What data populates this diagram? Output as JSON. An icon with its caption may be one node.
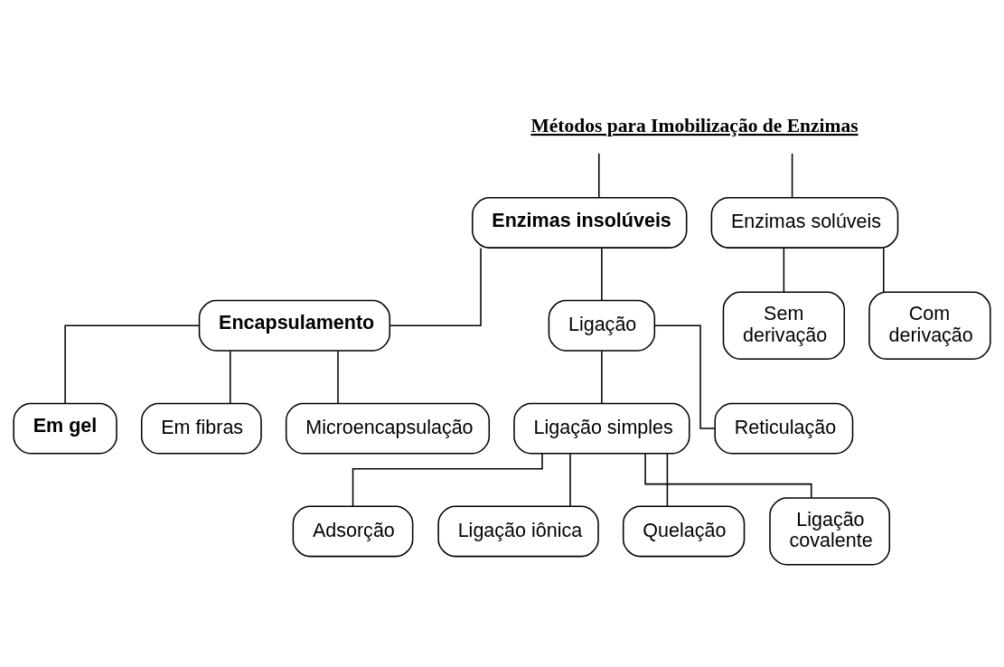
{
  "diagram": {
    "nodes": [
      {
        "text": [
          "Métodos para Imobilização de Enzimas"
        ]
      },
      {
        "text": [
          "Enzimas insolúveis"
        ]
      },
      {
        "text": [
          "Enzimas solúveis"
        ]
      },
      {
        "text": [
          "Encapsulamento"
        ]
      },
      {
        "text": [
          "Ligação"
        ]
      },
      {
        "text": [
          "Sem derivação"
        ]
      },
      {
        "text": [
          "Com derivação"
        ]
      },
      {
        "text": [
          "Em gel"
        ]
      },
      {
        "text": [
          "Em fibras"
        ]
      },
      {
        "text": [
          "Microencapsulação"
        ]
      },
      {
        "text": [
          "Ligação simples"
        ]
      },
      {
        "text": [
          "Reticulação"
        ]
      },
      {
        "text": [
          "Adsorção"
        ]
      },
      {
        "text": [
          "Ligação iônica"
        ]
      },
      {
        "text": [
          "Quelação"
        ]
      },
      {
        "text": [
          "Ligação covalente"
        ]
      }
    ],
    "edges": [
      {
        "from": 0,
        "to": 1,
        "arrow": "none"
      },
      {
        "from": 0,
        "to": 2,
        "arrow": "none"
      },
      {
        "from": 1,
        "to": 3,
        "arrow": "none"
      },
      {
        "from": 1,
        "to": 4,
        "arrow": "none"
      },
      {
        "from": 2,
        "to": 5,
        "arrow": "none"
      },
      {
        "from": 2,
        "to": 6,
        "arrow": "none"
      },
      {
        "from": 3,
        "to": 7,
        "arrow": "none"
      },
      {
        "from": 3,
        "to": 8,
        "arrow": "none"
      },
      {
        "from": 3,
        "to": 9,
        "arrow": "none"
      },
      {
        "from": 4,
        "to": 10,
        "arrow": "none"
      },
      {
        "from": 4,
        "to": 11,
        "arrow": "none"
      },
      {
        "from": 10,
        "to": 12,
        "arrow": "none"
      },
      {
        "from": 10,
        "to": 13,
        "arrow": "none"
      },
      {
        "from": 10,
        "to": 14,
        "arrow": "none"
      },
      {
        "from": 10,
        "to": 15,
        "arrow": "none"
      }
    ]
  }
}
